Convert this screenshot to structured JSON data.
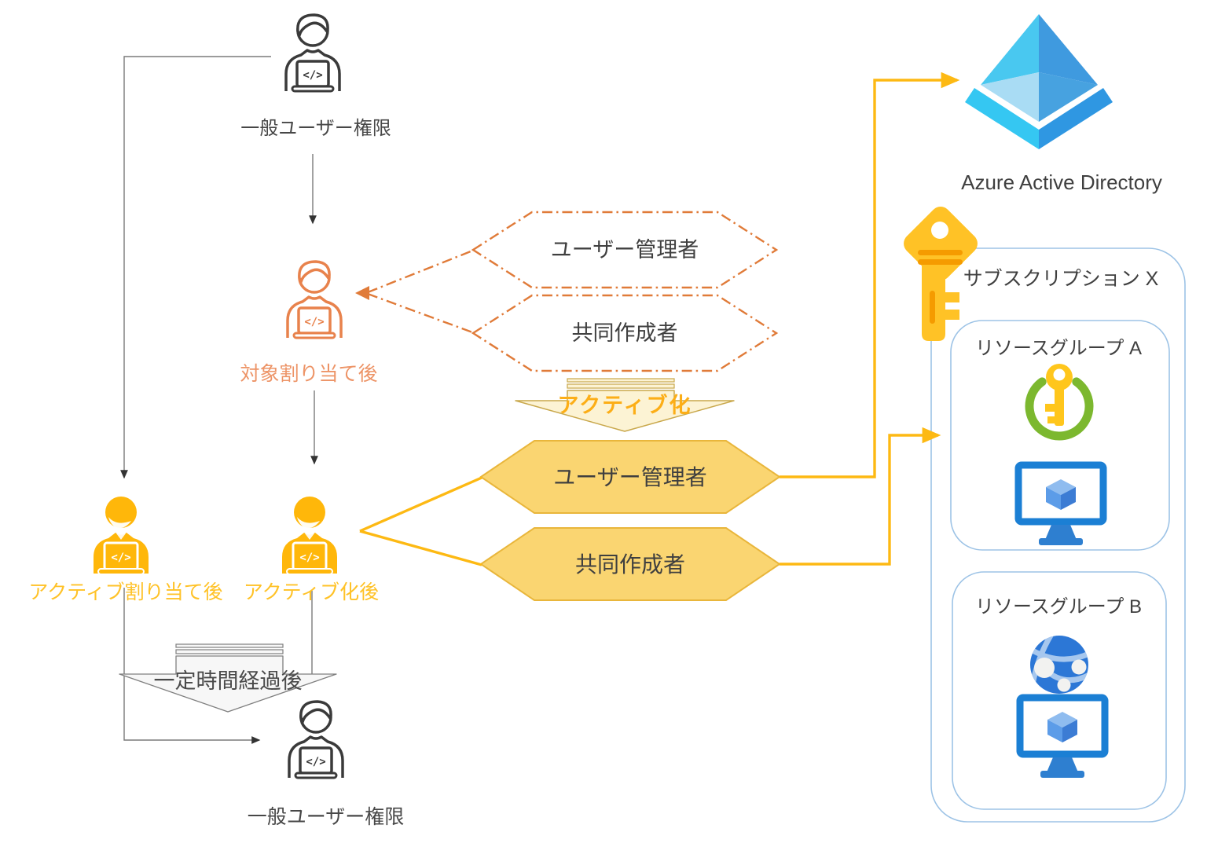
{
  "diagram": {
    "flow": {
      "top_user_label": "一般ユーザー権限",
      "after_assignment_label": "対象割り当て後",
      "after_active_assignment_label": "アクティブ割り当て後",
      "after_activation_label": "アクティブ化後",
      "bottom_user_label": "一般ユーザー権限",
      "code_glyph": "</>"
    },
    "eligible_roles": {
      "admin": "ユーザー管理者",
      "contributor": "共同作成者"
    },
    "active_roles": {
      "admin": "ユーザー管理者",
      "contributor": "共同作成者"
    },
    "banners": {
      "activation": "アクティブ化",
      "time_elapsed": "一定時間経過後"
    },
    "azure": {
      "aad_label": "Azure Active Directory",
      "subscription_label": "サブスクリプション X",
      "resource_group_a_label": "リソースグループ A",
      "resource_group_b_label": "リソースグループ B"
    },
    "colors": {
      "accent_yellow": "#FDB913",
      "solid_person_yellow": "#FFB70A",
      "hexagon_fill": "#FAD571",
      "hexagon_border": "#E9B63B",
      "dashed_border": "#E07B39",
      "orange_person": "#E8824C",
      "orange_label": "#ED9467",
      "yellow_label": "#FFC227",
      "text_dark": "#3F3F3F",
      "box_border": "#9DC3E6",
      "banner_gold_text": "#FCAE17",
      "banner_gold_border": "#C9A84C",
      "gray_connector": "#7a7a7a"
    }
  }
}
